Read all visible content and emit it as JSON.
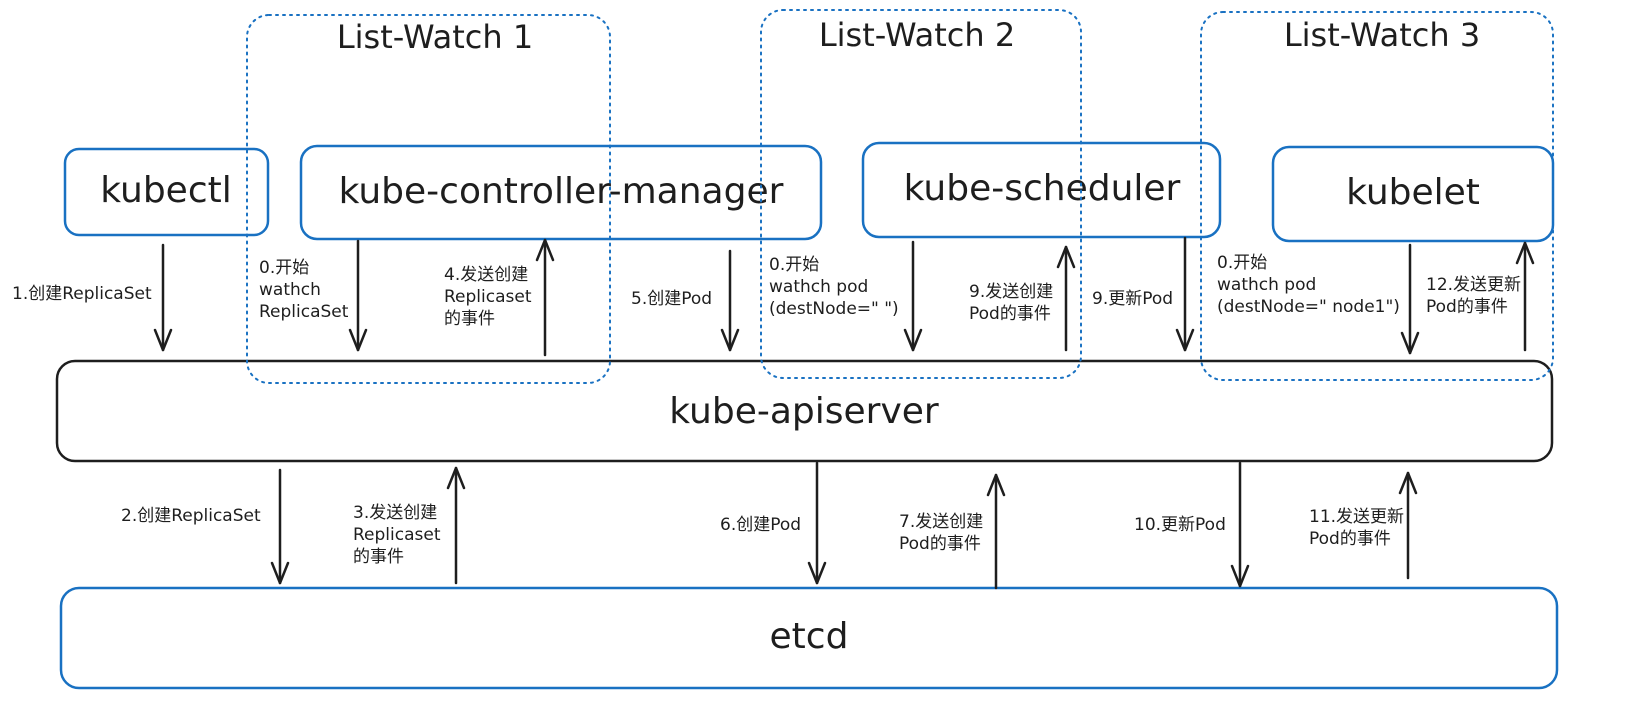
{
  "components": {
    "kubectl": "kubectl",
    "controller_manager": "kube-controller-manager",
    "scheduler": "kube-scheduler",
    "kubelet": "kubelet",
    "apiserver": "kube-apiserver",
    "etcd": "etcd"
  },
  "list_watch": {
    "lw1": "List-Watch 1",
    "lw2": "List-Watch 2",
    "lw3": "List-Watch 3"
  },
  "notes": {
    "n1": [
      "1.创建ReplicaSet"
    ],
    "n0a": [
      "0.开始",
      "wathch",
      "ReplicaSet"
    ],
    "n4": [
      "4.发送创建",
      "Replicaset",
      "的事件"
    ],
    "n5": [
      "5.创建Pod"
    ],
    "n0b": [
      "0.开始",
      "wathch pod",
      "(destNode=\" \")"
    ],
    "n9a": [
      "9.发送创建",
      "Pod的事件"
    ],
    "n9b": [
      "9.更新Pod"
    ],
    "n0c": [
      "0.开始",
      "wathch pod",
      "(destNode=\" node1\")"
    ],
    "n12": [
      "12.发送更新",
      "Pod的事件"
    ],
    "n2": [
      "2.创建ReplicaSet"
    ],
    "n3": [
      "3.发送创建",
      "Replicaset",
      "的事件"
    ],
    "n6": [
      "6.创建Pod"
    ],
    "n7": [
      "7.发送创建",
      "Pod的事件"
    ],
    "n10": [
      "10.更新Pod"
    ],
    "n11": [
      "11.发送更新",
      "Pod的事件"
    ]
  },
  "colors": {
    "component_border": "#1971c2",
    "apiserver_border": "#1e1e1e",
    "list_watch_border": "#1971c2",
    "arrow": "#1e1e1e",
    "text": "#1e1e1e"
  }
}
